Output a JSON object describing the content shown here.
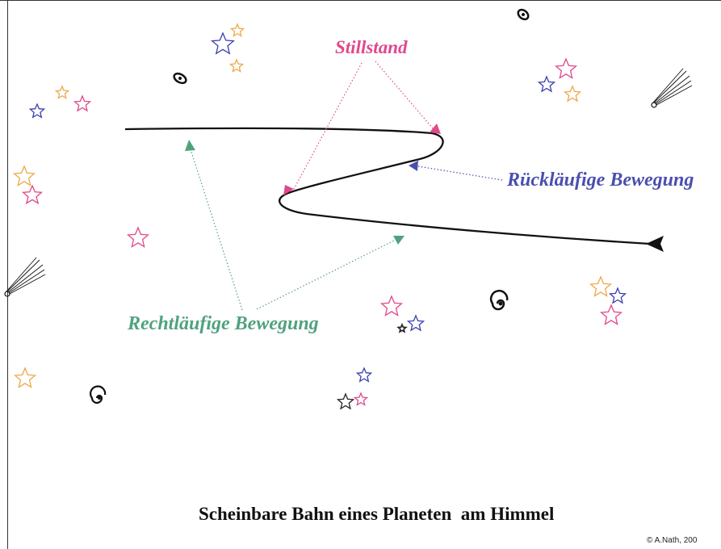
{
  "labels": {
    "stillstand": "Stillstand",
    "rueckläufig": "Rückläufige Bewegung",
    "rechtläufig": "Rechtläufige Bewegung",
    "title": "Scheinbare Bahn eines Planeten  am Himmel",
    "copyright": "© A.Nath, 200"
  },
  "colors": {
    "stillstand": "#e0488c",
    "rueckläufig": "#4a4fae",
    "rechtläufig": "#4fa27e",
    "path": "#111111",
    "star_pink": "#e0488c",
    "star_blue": "#3a3fae",
    "star_orange": "#eea84a",
    "star_black": "#222222"
  },
  "stars": [
    {
      "color": "blue"
    },
    {
      "color": "orange"
    },
    {
      "color": "orange"
    },
    {
      "color": "orange"
    },
    {
      "color": "pink"
    },
    {
      "color": "blue"
    },
    {
      "color": "pink"
    },
    {
      "color": "blue"
    },
    {
      "color": "orange"
    },
    {
      "color": "orange"
    },
    {
      "color": "pink"
    },
    {
      "color": "pink"
    },
    {
      "color": "pink"
    },
    {
      "color": "black"
    },
    {
      "color": "blue"
    },
    {
      "color": "orange"
    },
    {
      "color": "blue"
    },
    {
      "color": "pink"
    },
    {
      "color": "orange"
    },
    {
      "color": "blue"
    },
    {
      "color": "black"
    },
    {
      "color": "pink"
    }
  ],
  "icons": [
    "galaxy-icon",
    "comet-icon",
    "star-icon"
  ]
}
